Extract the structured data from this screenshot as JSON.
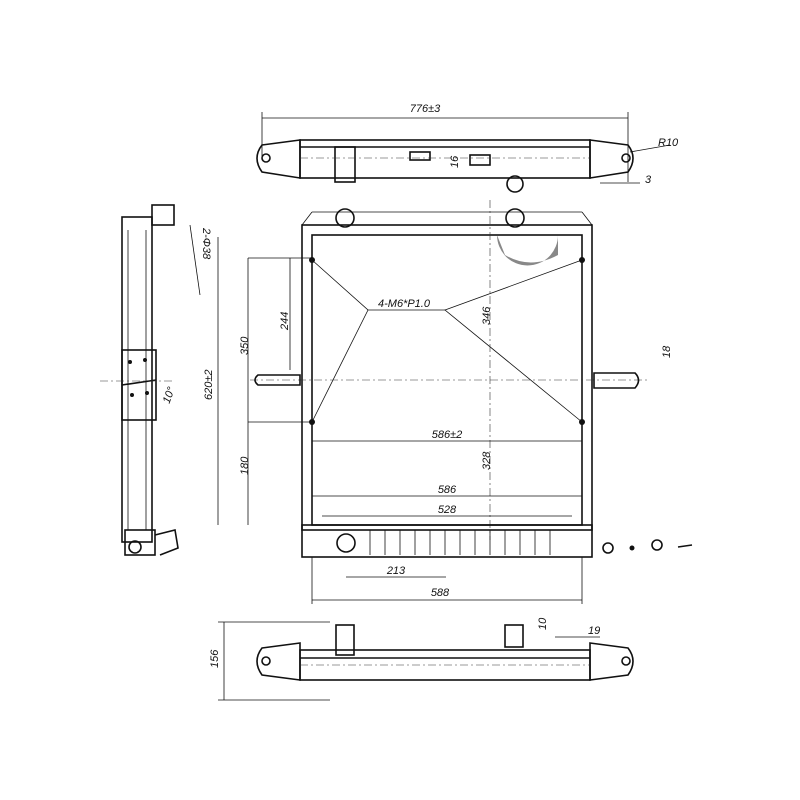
{
  "drawing": {
    "title": "Radiator technical drawing",
    "dimensions": {
      "top_width": "776±3",
      "radius": "R10",
      "offset": "3",
      "top_small": "16",
      "pipe": "2-Φ38",
      "height_total": "620±2",
      "h350": "350",
      "h244": "244",
      "thread": "4-M6*P1.0",
      "h346": "346",
      "bracket": "18",
      "w586_tol": "586±2",
      "h328": "328",
      "h180": "180",
      "w586": "586",
      "w528": "528",
      "w213": "213",
      "w588": "588",
      "depth": "156",
      "b10": "10",
      "b19": "19",
      "angle": "10°"
    }
  }
}
